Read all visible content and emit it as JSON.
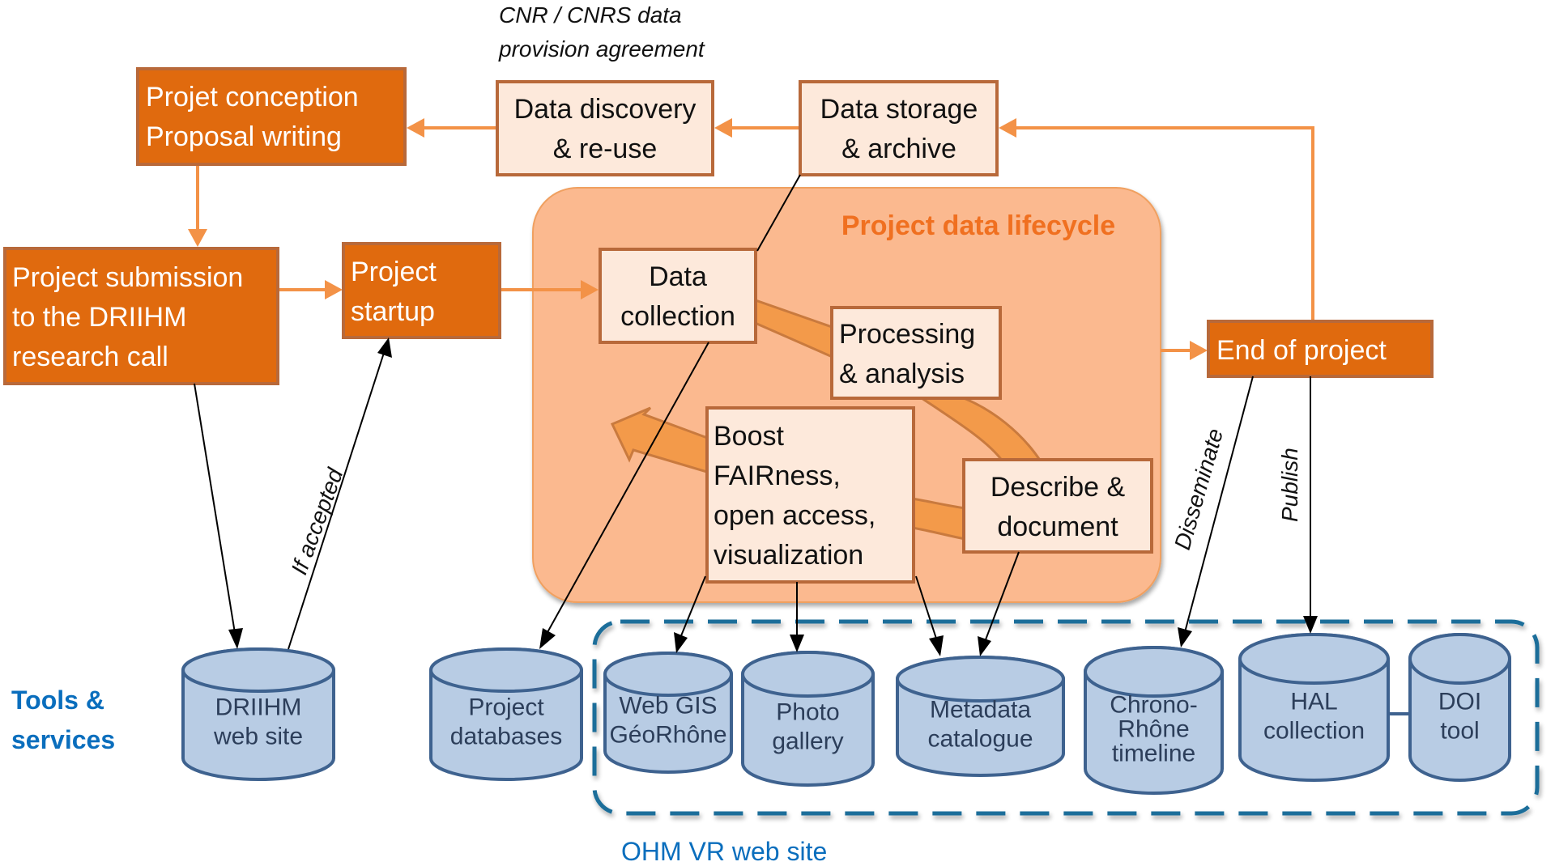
{
  "diagram": {
    "top_note": [
      "CNR / CNRS data",
      "provision agreement"
    ],
    "boxes": {
      "conception": [
        "Projet conception",
        "Proposal writing"
      ],
      "discovery": [
        "Data discovery",
        "& re-use"
      ],
      "storage": [
        "Data storage",
        "& archive"
      ],
      "submission": [
        "Project submission",
        "to the DRIIHM",
        "research call"
      ],
      "startup": [
        "Project",
        "startup"
      ],
      "end": [
        "End of project"
      ]
    },
    "lifecycle": {
      "title": "Project data lifecycle",
      "steps": {
        "collection": [
          "Data",
          "collection"
        ],
        "processing": [
          "Processing",
          "& analysis"
        ],
        "describe": [
          "Describe &",
          "document"
        ],
        "boost": [
          "Boost",
          "FAIRness,",
          "open access,",
          "visualization"
        ]
      }
    },
    "edge_labels": {
      "if_accepted": "If accepted",
      "disseminate": "Disseminate",
      "publish": "Publish"
    },
    "tools_label": [
      "Tools &",
      "services"
    ],
    "ohm_label": "OHM VR web site",
    "tools": {
      "driihm": [
        "DRIIHM",
        "web site"
      ],
      "project_db": [
        "Project",
        "databases"
      ],
      "webgis": [
        "Web GIS",
        "GéoRhône"
      ],
      "photo": [
        "Photo",
        "gallery"
      ],
      "metadata": [
        "Metadata",
        "catalogue"
      ],
      "chrono": [
        "Chrono-",
        "Rhône",
        "timeline"
      ],
      "hal": [
        "HAL",
        "collection"
      ],
      "doi": [
        "DOI",
        "tool"
      ]
    },
    "colors": {
      "dark_orange": "#E06A0E",
      "light_orange": "#FDE9DB",
      "lifecycle_bg": "#FBB98F",
      "flow_arrow": "#F39247",
      "cylinder_fill": "#B8CCE4",
      "cylinder_stroke": "#3E628F",
      "blue_text": "#0A6EBD"
    }
  }
}
